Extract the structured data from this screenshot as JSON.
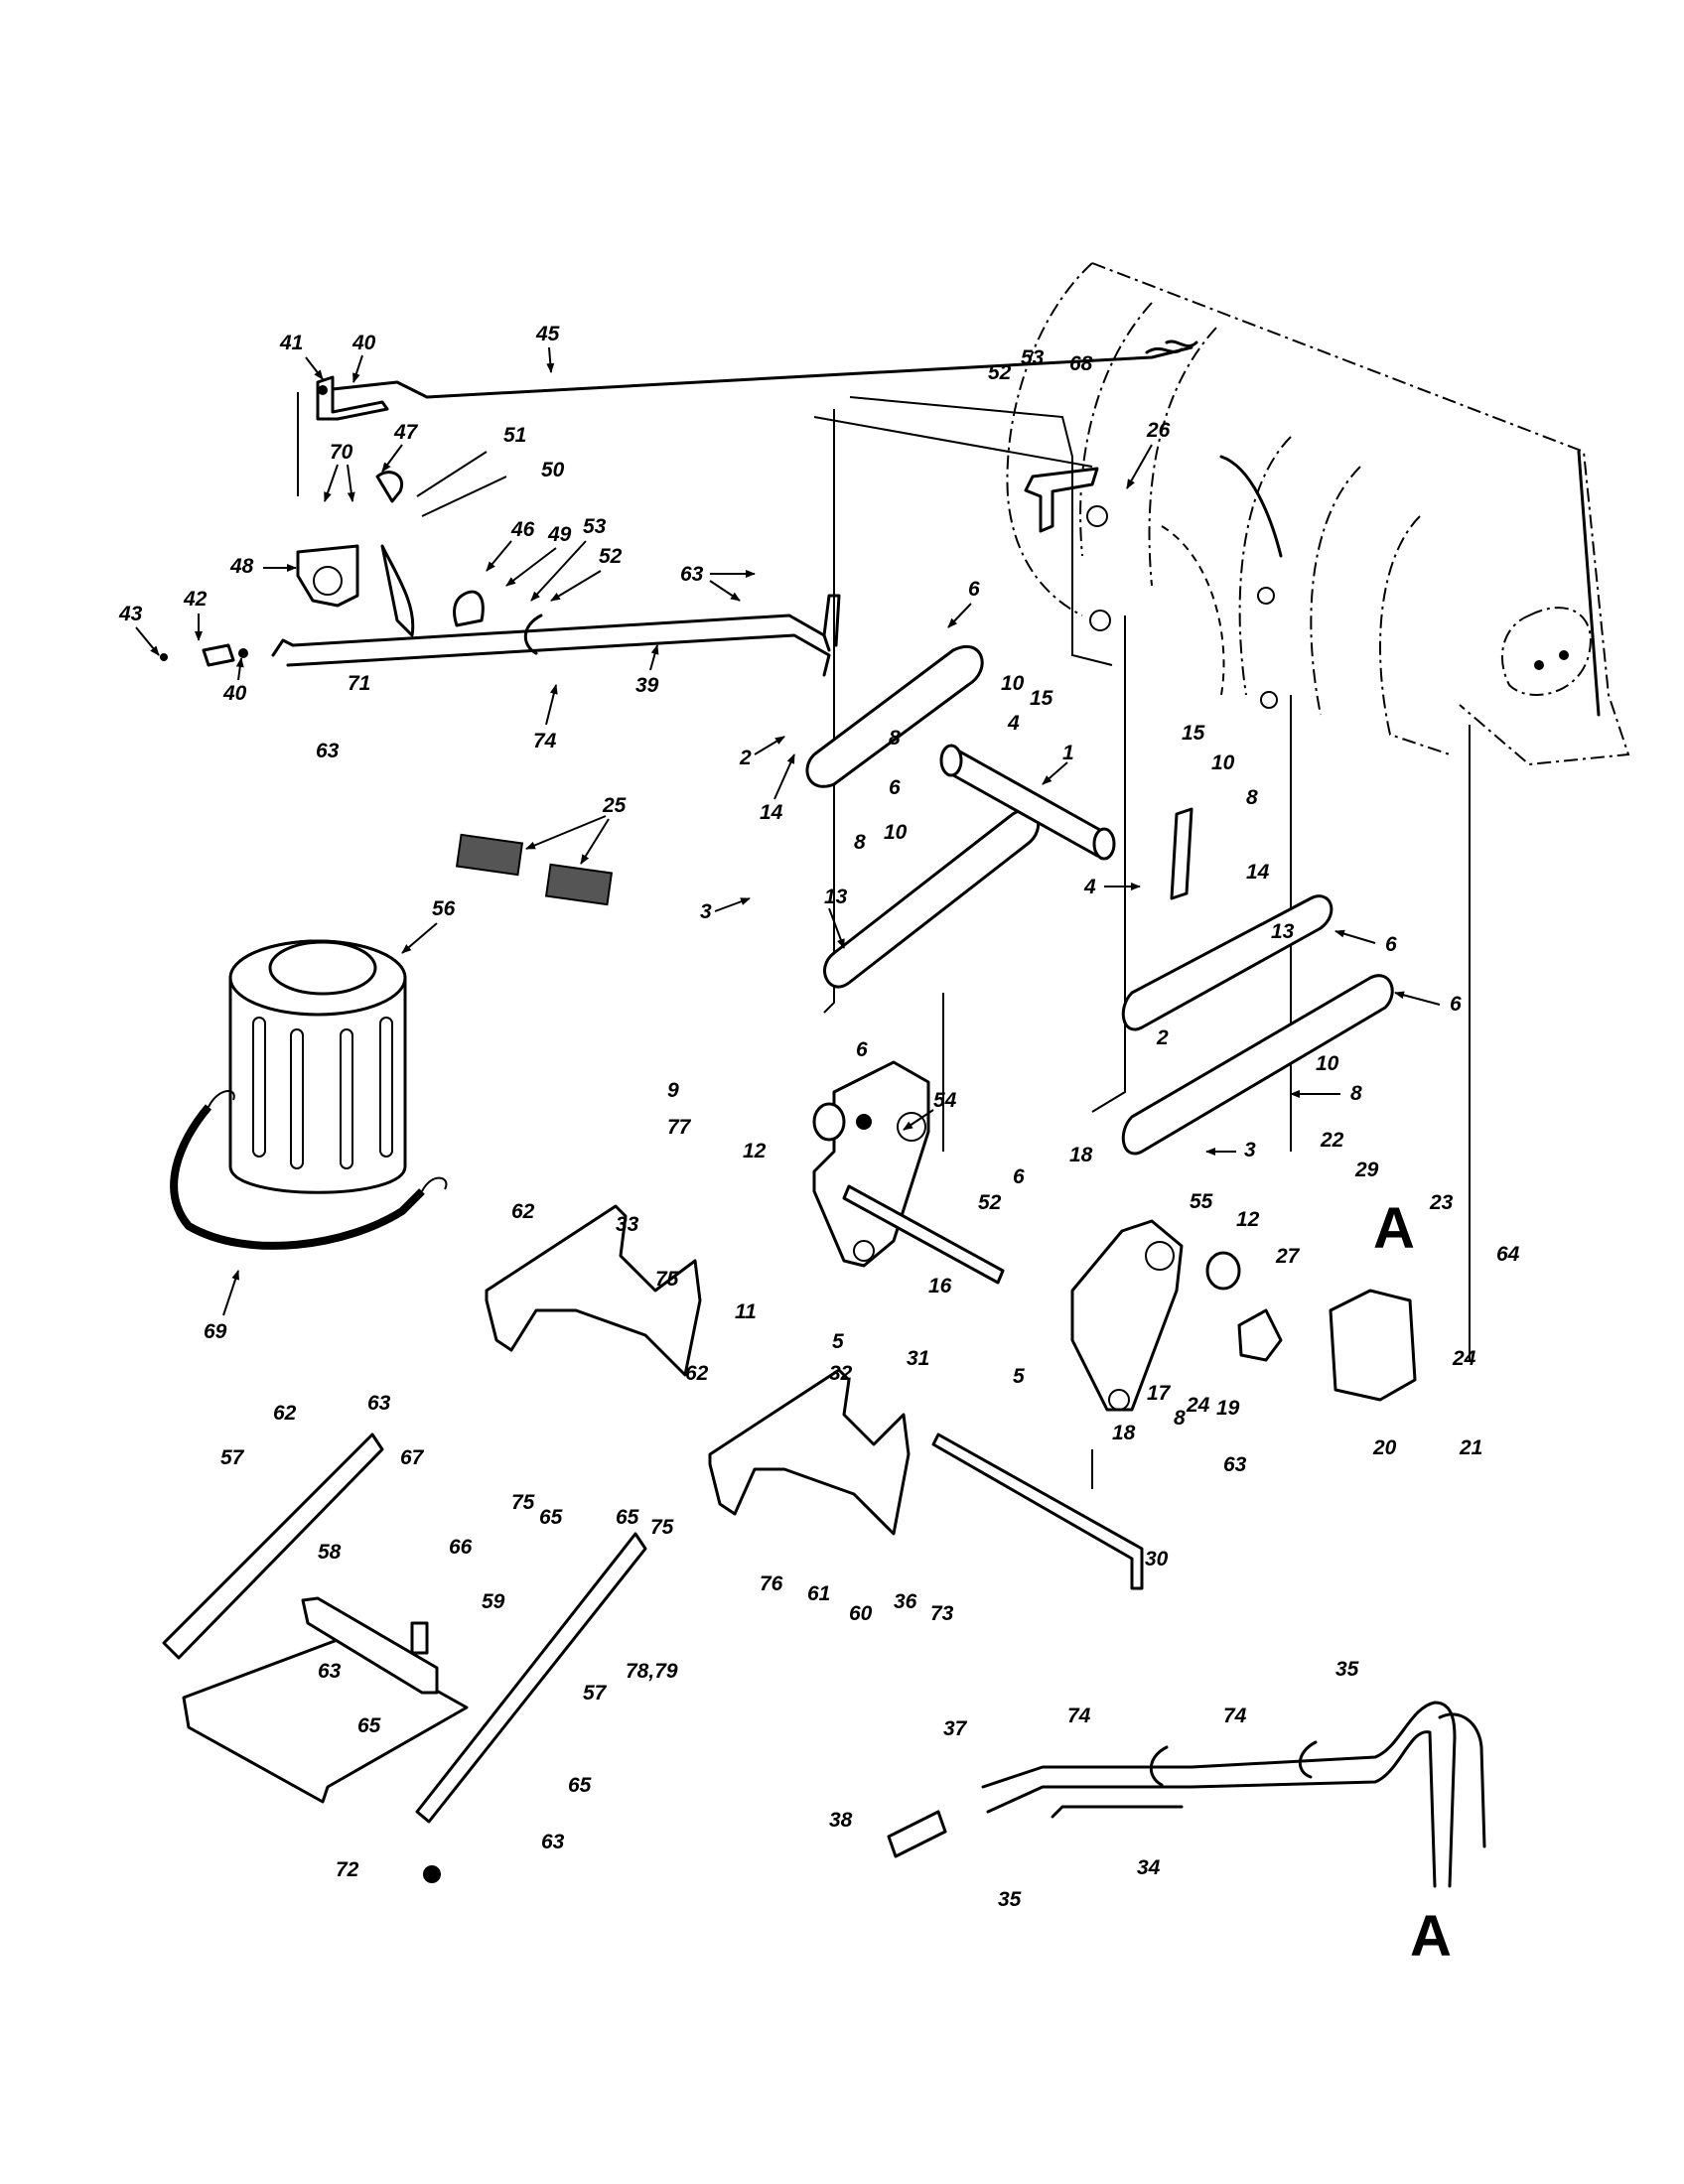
{
  "diagram": {
    "type": "exploded parts diagram",
    "subject": "snow thrower attachment — lift linkage, mounting brackets, handle and auger housing",
    "reference_marker": "A",
    "callouts": {
      "c1": "1",
      "c2a": "2",
      "c2b": "2",
      "c3a": "3",
      "c3b": "3",
      "c4a": "4",
      "c4b": "4",
      "c5a": "5",
      "c5b": "5",
      "c6a": "6",
      "c6b": "6",
      "c6c": "6",
      "c6d": "6",
      "c6e": "6",
      "c6f": "6",
      "c8a": "8",
      "c8b": "8",
      "c8c": "8",
      "c8d": "8",
      "c8e": "8",
      "c9": "9",
      "c10a": "10",
      "c10b": "10",
      "c10c": "10",
      "c10d": "10",
      "c11": "11",
      "c12a": "12",
      "c12b": "12",
      "c13a": "13",
      "c13b": "13",
      "c14a": "14",
      "c14b": "14",
      "c15a": "15",
      "c15b": "15",
      "c16": "16",
      "c17": "17",
      "c18a": "18",
      "c18b": "18",
      "c19": "19",
      "c20": "20",
      "c21": "21",
      "c22": "22",
      "c23": "23",
      "c24a": "24",
      "c24b": "24",
      "c25": "25",
      "c26": "26",
      "c27": "27",
      "c29": "29",
      "c30": "30",
      "c31": "31",
      "c32": "32",
      "c33": "33",
      "c34": "34",
      "c35a": "35",
      "c35b": "35",
      "c36": "36",
      "c37": "37",
      "c38": "38",
      "c39": "39",
      "c40a": "40",
      "c40b": "40",
      "c41": "41",
      "c42": "42",
      "c43": "43",
      "c45": "45",
      "c46": "46",
      "c47": "47",
      "c48": "48",
      "c49": "49",
      "c50": "50",
      "c51": "51",
      "c52a": "52",
      "c52b": "52",
      "c52c": "52",
      "c53a": "53",
      "c53b": "53",
      "c54": "54",
      "c55": "55",
      "c56": "56",
      "c57a": "57",
      "c57b": "57",
      "c58": "58",
      "c59": "59",
      "c60": "60",
      "c61": "61",
      "c62a": "62",
      "c62b": "62",
      "c62c": "62",
      "c63a": "63",
      "c63b": "63",
      "c63c": "63",
      "c63d": "63",
      "c63e": "63",
      "c63f": "63",
      "c64": "64",
      "c65a": "65",
      "c65b": "65",
      "c65c": "65",
      "c65d": "65",
      "c66": "66",
      "c67": "67",
      "c68": "68",
      "c69": "69",
      "c70": "70",
      "c71": "71",
      "c72": "72",
      "c73": "73",
      "c74a": "74",
      "c74b": "74",
      "c74c": "74",
      "c75a": "75",
      "c75b": "75",
      "c75c": "75",
      "c76": "76",
      "c77": "77",
      "c7879": "78,79"
    }
  }
}
